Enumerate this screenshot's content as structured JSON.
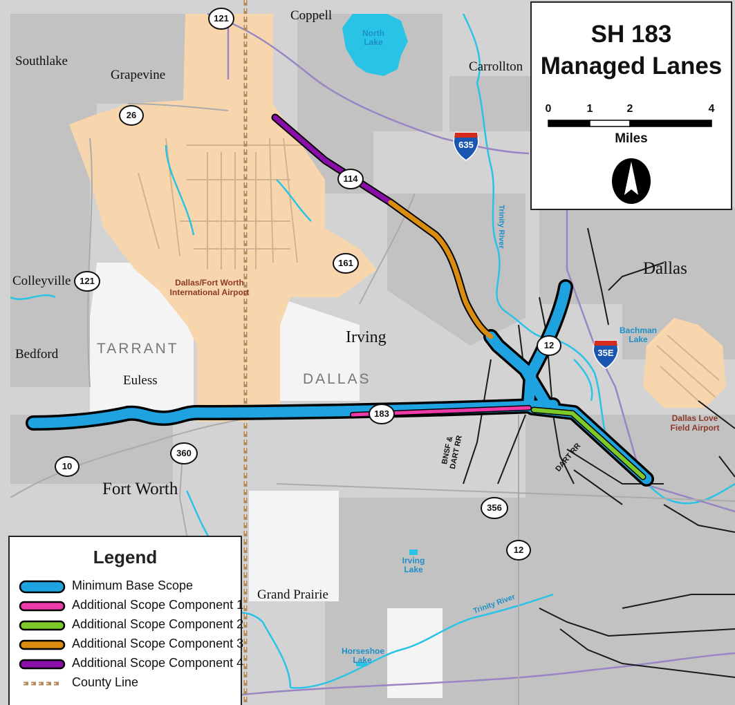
{
  "title": {
    "line1": "SH 183",
    "line2": "Managed Lanes"
  },
  "scale": {
    "ticks": [
      "0",
      "1",
      "2",
      "4"
    ],
    "unit": "Miles"
  },
  "colors": {
    "land": "#d5d5d5",
    "urban": "#c0c0c0",
    "white_area": "#f4f4f4",
    "airport": "#f7d5ad",
    "water": "#29c3e6",
    "highway": "#9a85c4",
    "rail": "#1a1a1a",
    "min_base": "#1fa3e0",
    "comp1": "#ee3aa8",
    "comp2": "#7cc929",
    "comp3": "#d98c10",
    "comp4": "#8a0ea8",
    "county_line": "#b08a5a"
  },
  "places": {
    "southlake": "Southlake",
    "grapevine": "Grapevine",
    "coppell": "Coppell",
    "carrollton": "Carrollton",
    "colleyville": "Colleyville",
    "bedford": "Bedford",
    "euless": "Euless",
    "irving": "Irving",
    "dallas_city": "Dallas",
    "fort_worth": "Fort Worth",
    "grand_prairie": "Grand Prairie"
  },
  "counties": {
    "tarrant": "TARRANT",
    "dallas": "DALLAS"
  },
  "water": {
    "north_lake_1": "North",
    "north_lake_2": "Lake",
    "trinity_river_north": "Trinity River",
    "trinity_river_south": "Trinity River",
    "bachman_1": "Bachman",
    "bachman_2": "Lake",
    "irving_lake_1": "Irving",
    "irving_lake_2": "Lake",
    "horseshoe_1": "Horseshoe",
    "horseshoe_2": "Lake"
  },
  "airports": {
    "dfw_1": "Dallas/Fort Worth",
    "dfw_2": "International Airport",
    "love_1": "Dallas Love",
    "love_2": "Field Airport"
  },
  "railroads": {
    "bnsf_1": "BNSF &",
    "bnsf_2": "DART RR",
    "dart": "DART RR"
  },
  "shields": {
    "sh121_north": "121",
    "sh26": "26",
    "sh114": "114",
    "sh161": "161",
    "sh121_west": "121",
    "sh12_north": "12",
    "sh183": "183",
    "sh10": "10",
    "sh360": "360",
    "sh356": "356",
    "sh12_south": "12",
    "i635": "635",
    "i35e": "35E"
  },
  "legend": {
    "title": "Legend",
    "items": [
      {
        "label": "Minimum Base Scope",
        "color": "#1fa3e0"
      },
      {
        "label": "Additional Scope Component 1",
        "color": "#ee3aa8"
      },
      {
        "label": "Additional Scope Component 2",
        "color": "#7cc929"
      },
      {
        "label": "Additional Scope Component 3",
        "color": "#d98c10"
      },
      {
        "label": "Additional Scope Component 4",
        "color": "#8a0ea8"
      },
      {
        "label": "County Line",
        "color": "#b08a5a"
      }
    ]
  }
}
